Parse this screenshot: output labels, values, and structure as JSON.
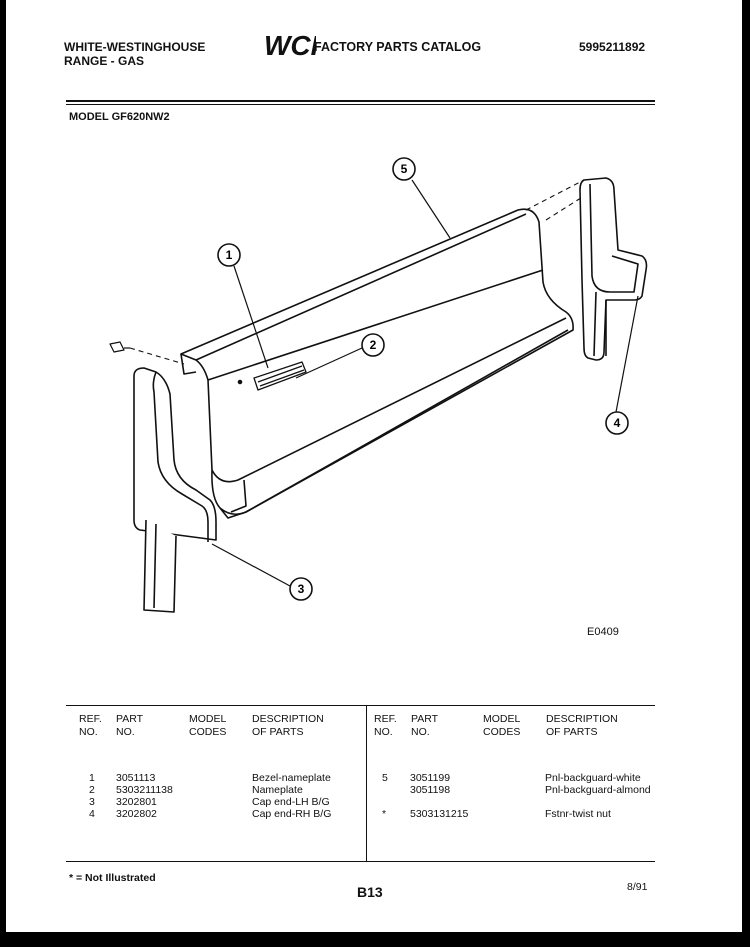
{
  "header": {
    "brand_line1": "WHITE-WESTINGHOUSE",
    "brand_line2": "RANGE - GAS",
    "logo_text": "WCI",
    "catalog_title": "FACTORY PARTS CATALOG",
    "catalog_number": "5995211892"
  },
  "model": "MODEL GF620NW2",
  "diagram": {
    "callouts": [
      "1",
      "2",
      "3",
      "4",
      "5"
    ],
    "figure_code": "E0409"
  },
  "table": {
    "headers": {
      "ref": "REF.\nNO.",
      "part": "PART\nNO.",
      "codes": "MODEL\nCODES",
      "desc": "DESCRIPTION\nOF PARTS"
    },
    "left": {
      "ref": [
        "1",
        "2",
        "3",
        "4"
      ],
      "part": [
        "3051113",
        "5303211138",
        "3202801",
        "3202802"
      ],
      "desc": [
        "Bezel-nameplate",
        "Nameplate",
        "Cap end-LH B/G",
        "Cap end-RH B/G"
      ]
    },
    "right": {
      "ref": [
        "5",
        "",
        "",
        "*"
      ],
      "part": [
        "3051199",
        "3051198",
        "",
        "5303131215"
      ],
      "desc": [
        "Pnl-backguard-white",
        "Pnl-backguard-almond",
        "",
        "Fstnr-twist nut"
      ]
    }
  },
  "footer": {
    "footnote": "* = Not Illustrated",
    "page": "B13",
    "date": "8/91"
  }
}
